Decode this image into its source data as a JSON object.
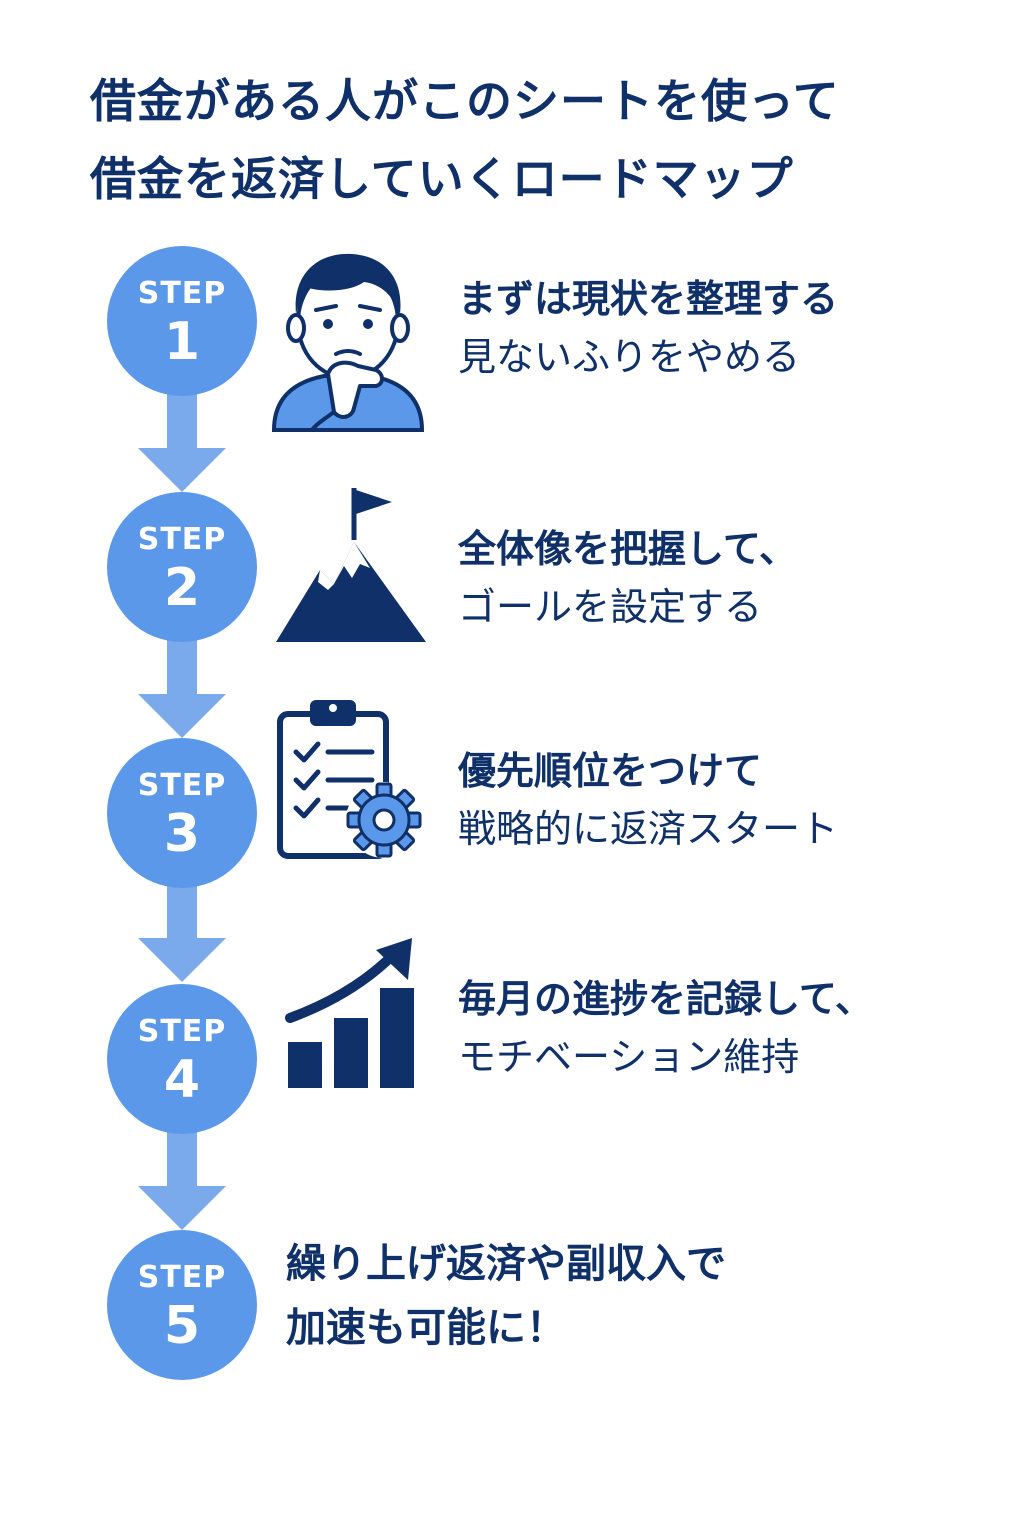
{
  "title": {
    "line1": "借金がある人がこのシートを使って",
    "line2": "借金を返済していくロードマップ"
  },
  "steps": [
    {
      "label": "STEP",
      "number": "1",
      "line1": "まずは現状を整理する",
      "line2": "見ないふりをやめる",
      "icon": "thinking-person-icon"
    },
    {
      "label": "STEP",
      "number": "2",
      "line1": "全体像を把握して、",
      "line2": "ゴールを設定する",
      "icon": "mountain-flag-icon"
    },
    {
      "label": "STEP",
      "number": "3",
      "line1": "優先順位をつけて",
      "line2": "戦略的に返済スタート",
      "icon": "clipboard-gear-icon"
    },
    {
      "label": "STEP",
      "number": "4",
      "line1": "毎月の進捗を記録して、",
      "line2": "モチベーション維持",
      "icon": "growth-chart-icon"
    },
    {
      "label": "STEP",
      "number": "5",
      "line1": "繰り上げ返済や副収入で",
      "line2": "加速も可能に！",
      "icon": ""
    }
  ],
  "colors": {
    "navy": "#0f3068",
    "circle": "#5b98ea",
    "arrow": "#7aa9ec"
  }
}
